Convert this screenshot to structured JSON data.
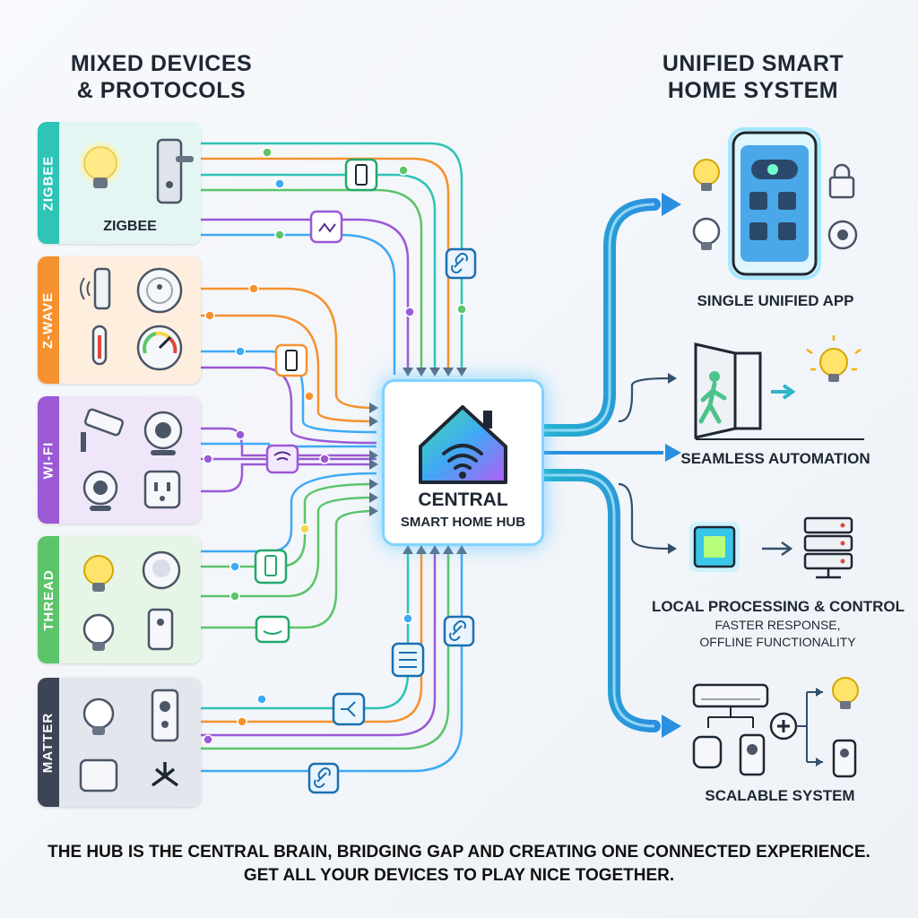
{
  "left_title": {
    "line1": "MIXED DEVICES",
    "line2": "& PROTOCOLS"
  },
  "right_title": {
    "line1": "UNIFIED SMART",
    "line2": "HOME SYSTEM"
  },
  "protocols": [
    {
      "tab": "ZIGBEE",
      "label": "ZIGBEE",
      "color": "#2ec4b6"
    },
    {
      "tab": "Z-WAVE",
      "label": "",
      "color": "#f5922f"
    },
    {
      "tab": "WI-FI",
      "label": "",
      "color": "#9b59d6"
    },
    {
      "tab": "THREAD",
      "label": "",
      "color": "#5cc46a"
    },
    {
      "tab": "MATTER",
      "label": "",
      "color": "#3c4456"
    }
  ],
  "hub": {
    "line1": "CENTRAL",
    "line2": "SMART HOME HUB"
  },
  "outputs": {
    "app": "SINGLE UNIFIED APP",
    "automation": "SEAMLESS AUTOMATION",
    "local": "LOCAL PROCESSING & CONTROL",
    "local_sub1": "FASTER RESPONSE,",
    "local_sub2": "OFFLINE FUNCTIONALITY",
    "scalable": "SCALABLE SYSTEM"
  },
  "footer": {
    "line1": "THE HUB IS THE CENTRAL BRAIN, BRIDGING GAP AND CREATING ONE CONNECTED EXPERIENCE.",
    "line2": "GET ALL YOUR DEVICES TO PLAY NICE TOGETHER."
  },
  "icons": [
    "bulb-icon",
    "door-lock-icon",
    "contact-sensor-icon",
    "thermostat-icon",
    "thermometer-icon",
    "gauge-icon",
    "security-camera-icon",
    "webcam-icon",
    "smart-plug-icon",
    "button-sensor-icon",
    "doorbell-icon",
    "hub-device-icon",
    "matter-logo-icon",
    "house-wifi-icon",
    "smartphone-icon",
    "padlock-icon",
    "walking-person-icon",
    "cpu-chip-icon",
    "server-icon",
    "air-conditioner-icon",
    "plus-icon",
    "link-icon",
    "switch-icon"
  ]
}
